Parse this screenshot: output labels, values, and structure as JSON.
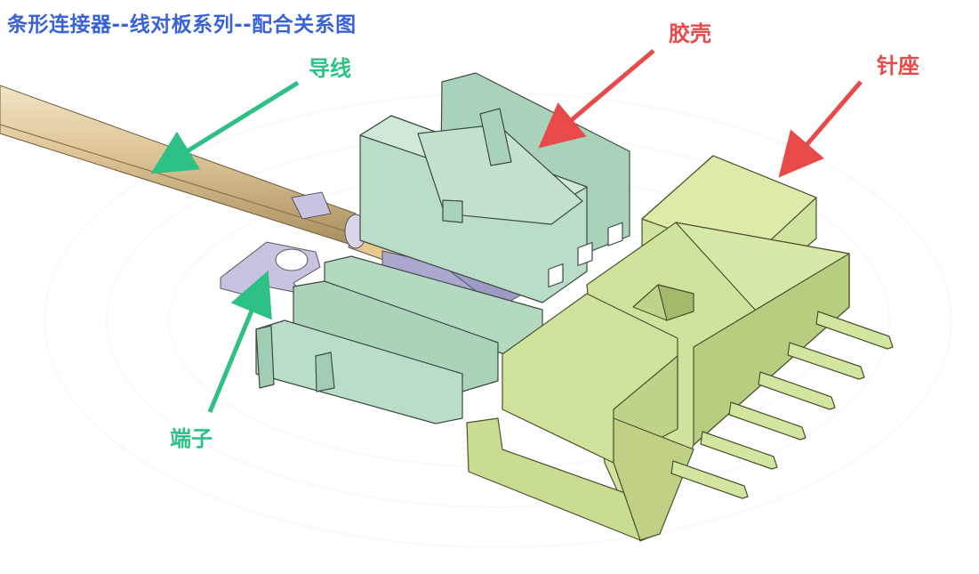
{
  "title": "条形连接器--线对板系列--配合关系图",
  "colors": {
    "title": "#3a62d8",
    "green_label": "#2ec186",
    "red_label": "#e84a4a",
    "housing": "#b9ddc7",
    "header": "#cfe39c",
    "terminal": "#b7b7d6",
    "wire": "#d8bf8e"
  },
  "labels": {
    "wire": "导线",
    "housing": "胶壳",
    "header": "针座",
    "terminal": "端子"
  }
}
